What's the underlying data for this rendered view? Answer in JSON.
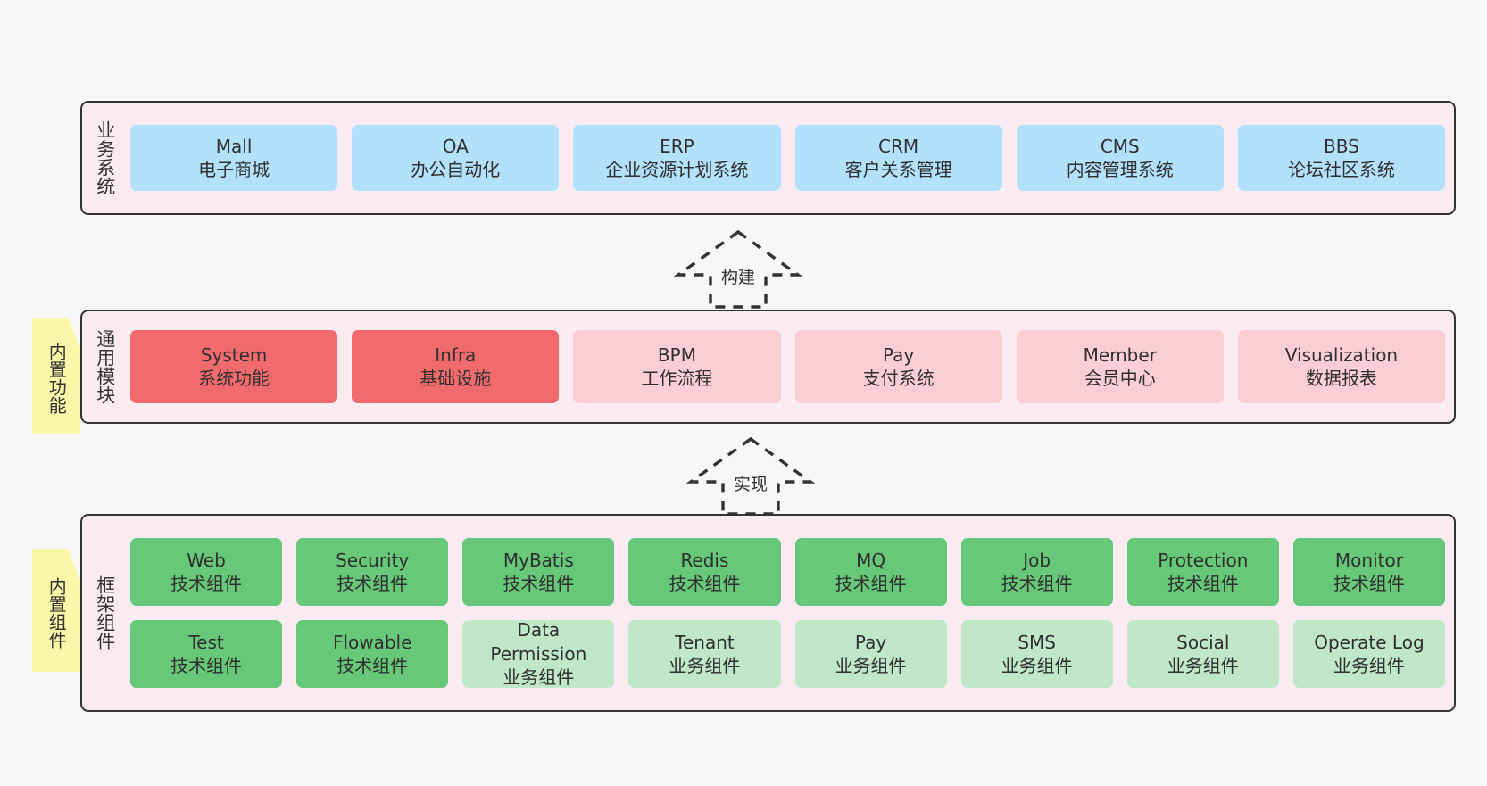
{
  "diagram": {
    "background_color": "#f7f7f7",
    "layer_fill": "#faebf3",
    "layer_border": "#333333",
    "palette": {
      "blue": "#b3e1fb",
      "red": "#f16a6d",
      "pink": "#fbcdd4",
      "green": "#66c878",
      "green_light": "#bfe7c8",
      "sticky_yellow": "#fbf7a8",
      "fold_grey": "#cfcfcf"
    }
  },
  "layers": [
    {
      "id": "business",
      "title": "业务系统",
      "rows": [
        [
          {
            "name": "Mall",
            "desc": "电子商城",
            "style": "blue"
          },
          {
            "name": "OA",
            "desc": "办公自动化",
            "style": "blue"
          },
          {
            "name": "ERP",
            "desc": "企业资源计划系统",
            "style": "blue"
          },
          {
            "name": "CRM",
            "desc": "客户关系管理",
            "style": "blue"
          },
          {
            "name": "CMS",
            "desc": "内容管理系统",
            "style": "blue"
          },
          {
            "name": "BBS",
            "desc": "论坛社区系统",
            "style": "blue"
          }
        ]
      ]
    },
    {
      "id": "common-modules",
      "title": "通用模块",
      "sticky": "内置功能",
      "rows": [
        [
          {
            "name": "System",
            "desc": "系统功能",
            "style": "red"
          },
          {
            "name": "Infra",
            "desc": "基础设施",
            "style": "red"
          },
          {
            "name": "BPM",
            "desc": "工作流程",
            "style": "pink"
          },
          {
            "name": "Pay",
            "desc": "支付系统",
            "style": "pink"
          },
          {
            "name": "Member",
            "desc": "会员中心",
            "style": "pink"
          },
          {
            "name": "Visualization",
            "desc": "数据报表",
            "style": "pink"
          }
        ]
      ]
    },
    {
      "id": "framework-components",
      "title": "框架组件",
      "sticky": "内置组件",
      "rows": [
        [
          {
            "name": "Web",
            "desc": "技术组件",
            "style": "green"
          },
          {
            "name": "Security",
            "desc": "技术组件",
            "style": "green"
          },
          {
            "name": "MyBatis",
            "desc": "技术组件",
            "style": "green"
          },
          {
            "name": "Redis",
            "desc": "技术组件",
            "style": "green"
          },
          {
            "name": "MQ",
            "desc": "技术组件",
            "style": "green"
          },
          {
            "name": "Job",
            "desc": "技术组件",
            "style": "green"
          },
          {
            "name": "Protection",
            "desc": "技术组件",
            "style": "green"
          },
          {
            "name": "Monitor",
            "desc": "技术组件",
            "style": "green"
          }
        ],
        [
          {
            "name": "Test",
            "desc": "技术组件",
            "style": "green"
          },
          {
            "name": "Flowable",
            "desc": "技术组件",
            "style": "green"
          },
          {
            "name": "Data Permission",
            "desc": "业务组件",
            "style": "green-light"
          },
          {
            "name": "Tenant",
            "desc": "业务组件",
            "style": "green-light"
          },
          {
            "name": "Pay",
            "desc": "业务组件",
            "style": "green-light"
          },
          {
            "name": "SMS",
            "desc": "业务组件",
            "style": "green-light"
          },
          {
            "name": "Social",
            "desc": "业务组件",
            "style": "green-light"
          },
          {
            "name": "Operate Log",
            "desc": "业务组件",
            "style": "green-light"
          }
        ]
      ]
    }
  ],
  "connectors": [
    {
      "id": "build",
      "label": "构建"
    },
    {
      "id": "implement",
      "label": "实现"
    }
  ]
}
